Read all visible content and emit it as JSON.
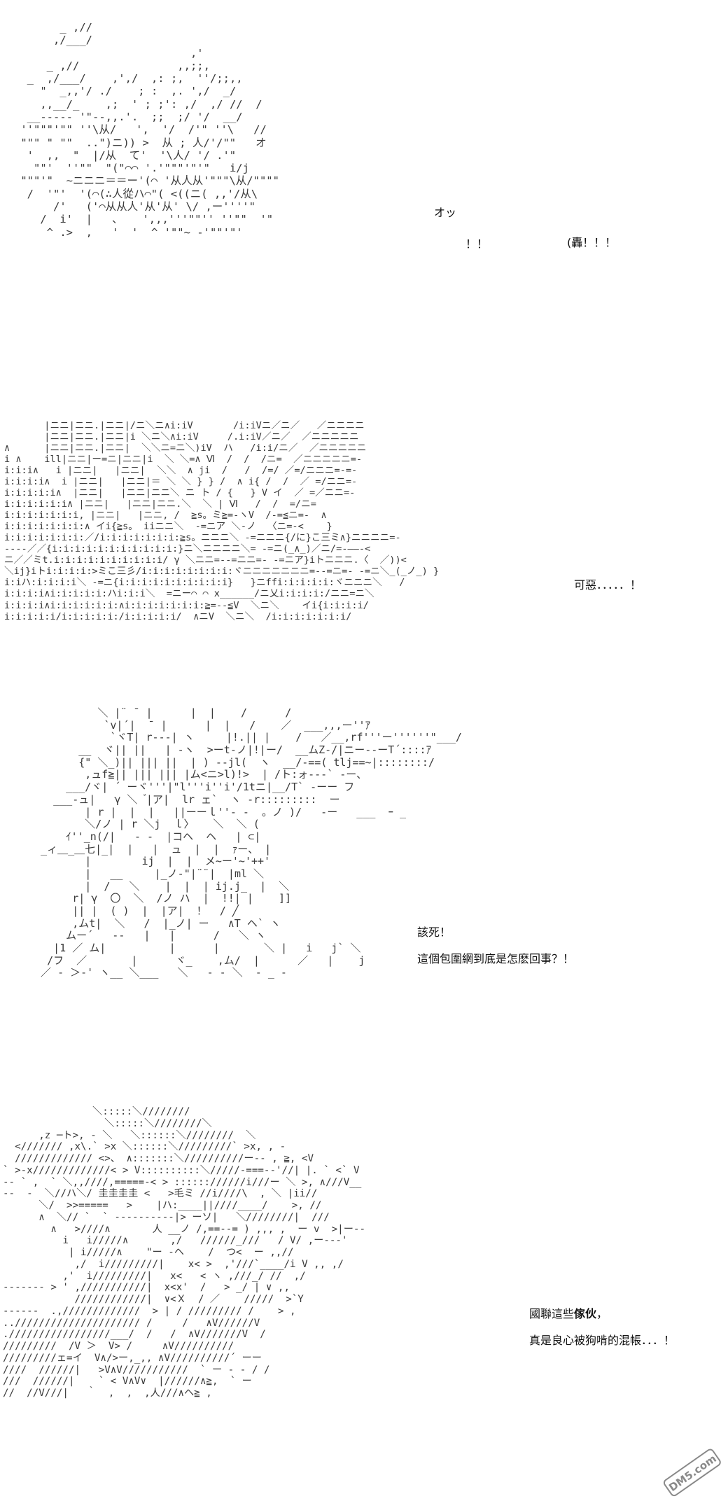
{
  "panels": [
    {
      "id": "panel-1",
      "dialogue": [
        "(轟！！！"
      ],
      "sfx": [
        "オッ",
        "！！"
      ],
      "art": "       _ ,//\n      ,/___/\n                           ,'\n     _ ,//               ,,;;,\n  _  ,/___/    ,',/  ,: ;,  ''/;;,,\n    \"  _,,'/ ./    ; :  ,. ',/  _/\n    ,,__/_    ,;  ' ; ;': ,/  ,/ //  /\n  __----- '\"--,,.'.  ;;  ;/ '/  __/\n ''\"\"\"'\"\" ''\\从/   ',  '/  /'\" ''\\   //\n \"\"\" \" \"\"  ..\")ニ)) >  从 ; 人/'/\"\"   オ\n  '  ,,  \"  |/从  て'  '\\人/ '/ .'\"\n   \"\"'  ''\"\"  \"(\"⌒⌒ '.'\"\"\"'\"'\"   i/j\n \"\"\"'\"  ~ニニニ＝＝ー'(⌒ '从人从'\"\"\"\\从/\"\"\"\"\n  /  '\"'  '(⌒(∴人從ハ⌒\"( <((ニ( ,,'/从\\\n      /'   ('⌒从从人'从'从' \\/ ,ー''''\"\n    /  i'  |   、   ',,,'''\"\"'' ''\"\"  '\"\n     ^ .>  ,   '  '  ^ '\"\"~ -'\"\"'\"'\n"
    },
    {
      "id": "panel-2",
      "dialogue": [
        "可惡．．．．．！"
      ],
      "sfx": [],
      "art": "       |ニニ|ニニ.|ニニ|/ニ＼ニ∧i:iV       /i:iVニ／ニ／   ／ニニニニ\n       |ニニ|ニニ.|ニニ|i ＼ニ＼∧i:iV     /.i:iV／ニ／  ／ニニニニニ\n∧      |ニニ|ニニ.|ニニ|  ＼＼ニ=ニ＼)iV  ハ   /i:i/ニ／  ／ニニニニニ\ni ∧    ill|ニニ|ー=ニ|ニニ|i  ＼ ＼=∧ Ⅵ  /  /  /ニ=  ／ニニニニニ=-\ni:i:i∧   i |ニニ|   |ニニ|  ＼＼  ∧ ji  /   /  /=/ ／=/ニニニ=-=-\ni:i:i:i∧  i |ニニ|   |ニニ|＝ ＼ ＼ } } /  ∧ i{ /  /  ／ =/ニニ=-\ni:i:i:i:i∧  |ニニ|   |ニニ|ニニ＼ ニ ト / {   } V イ  ／ =／ニニ=-\ni:i:i:i:i:i∧ |ニニ|   |ニニ|ニニ.＼  ＼ | Ⅵ   /  /  =/ニ=\ni:i:i:i:i:i:i, |ニニ|   |ニニ, /  ≧s。ミ≧=-ヽV  /-=≦ニ=-  ∧\ni:i:i:i:i:i:i:∧ イi{≧s。 iiニニ＼  -=ニア ＼-ノ  〈ニ=-<    }\ni:i:i:i:i:i:i:／/i:i:i:i:i:i:i:≧s。ニニニ＼ -=ニニニ{/に}こ三ミ∧}ニニニニ=-\n----／／{i:i:i:i:i:i:i:i:i:i:i:}ニ＼ニニニニ＼= -=ニ(_∧_)／ニ/=-――-<\nニ／／ミt.i:i:i:i:i:i:i:i:i:i/ γ ＼ニニ=--=ニニ=- -=ニア}iトニニニ.〈  ／))<\n＼ij}iトi:i:i:i:>ミこ三彡/i:i:i:i:i:i:i:i:ヾニニニニニニニ=--=ニ=- -=ニ＼_(_ノ_) }\ni:iハ:i:i:i:i＼ -=ニ{i:i:i:i:i:i:i:i:i:i}   }ニffi:i:i:i:i:ヾニニニ＼   /\ni:i:i:i∧i:i:i:i:i:ハi:i:i＼  =ニー⌒ ⌒ ⅹ______/ニ乂i:i:i:i:/ニニ=ニ＼\ni:i:i:i∧i:i:i:i:i:i:∧i:i:i:i:i:i:i:≧=--≦V  ＼ニ＼    イi{i:i:i:i/ \ni:i:i:i:i/i:i:i:i:i:/i:i:i:i:i/  ∧ニV  ＼ニ＼  /i:i:i:i:i:i:i/\n"
    },
    {
      "id": "panel-3",
      "dialogue": [
        "該死！",
        "這個包圍網到底是怎麽回事？！"
      ],
      "sfx": [],
      "art": "           ＼ |¨ ̄  |      |  |    /      /\n            `v|´|  ̄  |      |  |   /    ／  ___,,,ー''ｱ\n             `ヾT| r‐‐‐| ヽ     |!.|| |    /   ／__,rf'''ー''''''\"___/\n        __  ヾ|| ||   | ‐ヽ  >ーt-ノ|!|ー/  __ムZ‐/|ニー--ーT´::::ｱ\n        {\" ＼_)|| ||| ||  | ) ‐‐jl(  ヽ  __/‐==( tlj==~|::::::::/\n         ,ュf≧|| ||| ||| |ム<ニ>l)!>  | /ト:ォ‐‐‐` ‐ー、\n      ___/ヾ| ´ ーヾ'''|\"l'''i''i'/1tニ|__/T` ‐ーー フ\n    ___‐ュ|   γ ＼  ゙|ア|  lr ェ`  ヽ ‐r:::::::::  ー\n         | r |  |  |   ||ーーｌ''‐ ‐  。ノ )/   ‐ー   ___  ｰ _\n         ＼/ノ | r ＼j  ｌ〉   ＼  ＼ (\n      ｲ''_n(/|   ‐ ‐  |コヘ  ヘ   | ⊂|\n  _ィ＿_＿七|_|  |   |  ュ  |  |  ｧー、 |\n         |        ij  |  |  メ~ー'~'++'\n         |   __     |_ノ‐\"|¨¨|  |ml ＼\n         |  /   ＼    |  |  | ij.j_  |  ＼\n       r| γ  〇  ＼  /ノ ハ  |  !!| |    ]]\n       || |  ( )  |  |ア|  ！  / ╱  \n       ,ムt|  ＼   /  |_ノ| ー   ∧T ヘ` ヽ\n      ムー´   ‐‐   |   |      /   ＼ ヽ\n    |1 ／ ム|          |      |       ＼ |   i   j` ＼\n   /フ  ／       |      ヾ_    ,ム/  |      ／   |    j\n  ／ ‐ ＞‐' ヽ__ ＼___   ＼   ‐ ‐ ＼  ‐ _ ‐\n"
    },
    {
      "id": "panel-4",
      "dialogue": [
        "國聯這些傢伙，",
        "真是良心被狗啃的混帳．．．！"
      ],
      "dialogue_strong": "傢伙",
      "sfx": [],
      "art": "               ＼:::::＼////////\n                 ＼:::::＼////////＼\n      ,z ─ト>, - ＼   ＼::::::＼////////  ＼\n  </////// ,x\\.` >x ＼::::::＼/////////` >x, , -\n  ///////////// <>、 ∧:::::::＼//////////ー-- , ≧, <V\n` >-x/////////////< > V::::::::::＼/////-===--'//| |. ` <` V\n-- ` ,  ` ＼,,////,=====-< > :::::://////i///ー ＼ >, ∧///V__\n--  -  ＼//ハ＼/ 圭圭圭圭 <   >毛ミ //i////\\  , ＼ |ii//\n      ＼/  >>=====   >    |ハ:____||////____/    >, // \n      ∧  ＼// `  ` ----------|> ーソ|   ＼////////|  ///\n        ∧   >////∧       人 __ノ /,==-‐= ) ,,, ,  ー v  >|ー--\n          i   i/////∧       ,/   //////_///   / V/ ,ー---'\n           | i/////∧    \"ー -ヘ    /  つ<  ー ,,//\n            ,/  i/////////|    x< >  ,'///`____/i V ,, ,/\n          ,'  i/////////|   x<   < ヽ ,///_/ //  ,/\n------- > ' ,///////////|  x<x'  /   > _/ | ∨ ,,\n            ////////////|  ∨<Ｘ  / ／    /////  >`Y\n------  .,/////////////  > | / ///////// /    > ,\n..///////////////////// /     /   ∧V//////V        \n./////////////////___/  /   /  ∧V///////V  /   \n/////////  /V ＞  V> /     ∧V//////////   \n/////////ェ=イ  V∧/>ー,_,, ∧V//////////´ ーー\n////  //////|   >V∧V///////////  ` ー - - / /\n///  //////|    ` < V∧V∨  |//////∧≧,  ` ー \n//  //V///|   ｀  ,  ,  ,人///∧ヘ≧ ,\n"
    }
  ],
  "watermark": {
    "text": "DM5.com",
    "icon": "dm5-logo-icon"
  }
}
